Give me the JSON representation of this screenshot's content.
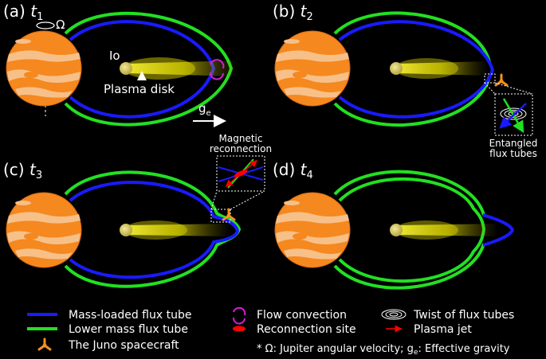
{
  "panels": [
    {
      "letter": "(a)",
      "time": "t",
      "sub": "1"
    },
    {
      "letter": "(b)",
      "time": "t",
      "sub": "2"
    },
    {
      "letter": "(c)",
      "time": "t",
      "sub": "3"
    },
    {
      "letter": "(d)",
      "time": "t",
      "sub": "4"
    }
  ],
  "annotations": {
    "omega": "Ω",
    "io": "Io",
    "plasma_disk": "Plasma disk",
    "ge_main": "g",
    "ge_sub": "e",
    "magnetic_reconnection_line1": "Magnetic",
    "magnetic_reconnection_line2": "reconnection",
    "entangled_line1": "Entangled",
    "entangled_line2": "flux tubes"
  },
  "legend": {
    "mass_loaded": "Mass-loaded flux tube",
    "lower_mass": "Lower mass flux tube",
    "juno": "The Juno spacecraft",
    "flow": "Flow convection",
    "reconnection_site": "Reconnection site",
    "twist": "Twist of flux tubes",
    "plasma_jet": "Plasma jet"
  },
  "note": {
    "prefix": "* Ω: Jupiter angular velocity; g",
    "sub": "e",
    "suffix": ": Effective gravity"
  },
  "colors": {
    "background": "#000000",
    "mass_loaded": "#1a1aff",
    "lower_mass": "#22e022",
    "jupiter_body": "#f5881f",
    "jupiter_bands": "#f7c089",
    "io": "#d9cc66",
    "plasma_disk": "#e8e000",
    "flow": "#d020d0",
    "reconnection": "#ff0000",
    "juno": "#f59020",
    "text": "#ffffff"
  },
  "icons": [
    "rotation-arrow-icon",
    "up-arrow-icon",
    "right-arrow-icon",
    "juno-spacecraft-icon",
    "twist-spiral-icon",
    "flow-convection-icon",
    "plasma-jet-icon"
  ]
}
